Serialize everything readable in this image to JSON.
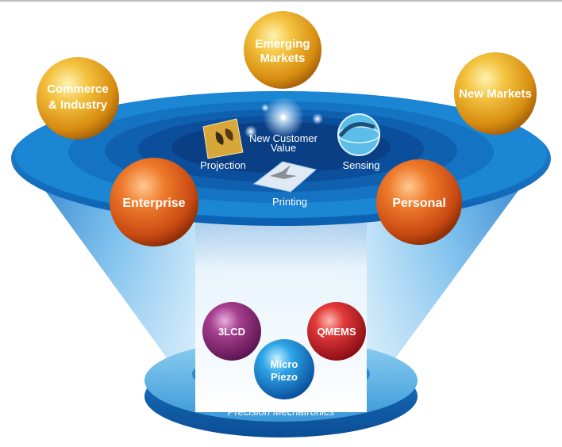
{
  "markets": {
    "emerging": [
      "Emerging",
      "Markets"
    ],
    "commerce": [
      "Commerce",
      "& Industry"
    ],
    "new_markets": "New Markets"
  },
  "segments": {
    "enterprise": "Enterprise",
    "personal": "Personal"
  },
  "center": {
    "title": [
      "New Customer",
      "Value"
    ],
    "projection": "Projection",
    "sensing": "Sensing",
    "printing": "Printing"
  },
  "technologies": {
    "lcd": "3LCD",
    "qmems": "QMEMS",
    "micro_piezo": [
      "Micro",
      "Piezo"
    ]
  },
  "base": {
    "label": "Precision Mechatronics"
  },
  "colors": {
    "gold": "#e9a21e",
    "orange": "#d9561a",
    "blue_dark": "#0a3d8c",
    "blue_mid": "#0d6fc4",
    "blue_light": "#6fc0ec"
  }
}
